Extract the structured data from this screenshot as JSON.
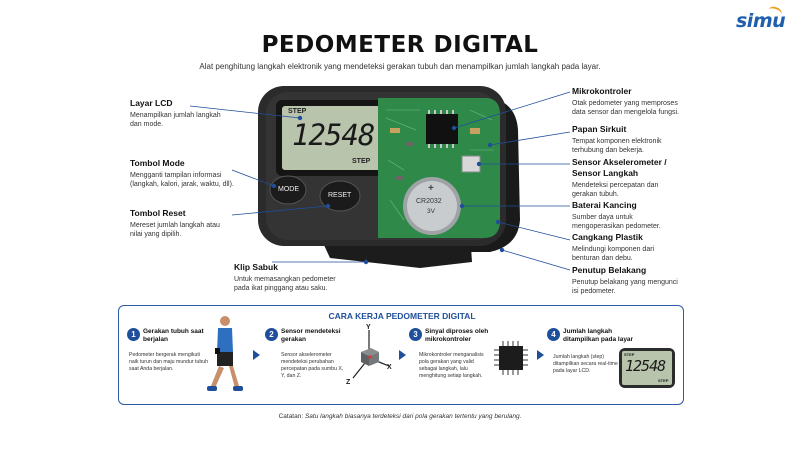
{
  "brand": "simu",
  "title": "PEDOMETER DIGITAL",
  "subtitle": "Alat penghitung langkah elektronik yang mendeteksi gerakan tubuh dan menampilkan jumlah langkah pada layar.",
  "device": {
    "screen_top": "STEP",
    "screen_value": "12548",
    "screen_bottom": "STEP",
    "mode_button": "MODE",
    "reset_button": "RESET",
    "battery_label_1": "CR2032",
    "battery_label_2": "3V",
    "battery_plus": "+"
  },
  "left_callouts": [
    {
      "title": "Layar LCD",
      "desc": "Menampilkan jumlah langkah dan mode."
    },
    {
      "title": "Tombol Mode",
      "desc": "Mengganti tampilan informasi (langkah, kalori, jarak, waktu, dll)."
    },
    {
      "title": "Tombol Reset",
      "desc": "Mereset jumlah langkah atau nilai yang dipilih."
    }
  ],
  "bottom_callout": {
    "title": "Klip Sabuk",
    "desc": "Untuk memasangkan pedometer pada ikat pinggang atau saku."
  },
  "right_callouts": [
    {
      "title": "Mikrokontroler",
      "desc": "Otak pedometer yang memproses data sensor dan mengelola fungsi."
    },
    {
      "title": "Papan Sirkuit",
      "desc": "Tempat komponen elektronik terhubung dan bekerja."
    },
    {
      "title": "Sensor Akselerometer / Sensor Langkah",
      "desc": "Mendeteksi percepatan dan gerakan tubuh."
    },
    {
      "title": "Baterai Kancing",
      "desc": "Sumber daya untuk mengoperasikan pedometer."
    },
    {
      "title": "Cangkang Plastik",
      "desc": "Melindungi komponen dari benturan dan debu."
    },
    {
      "title": "Penutup Belakang",
      "desc": "Penutup belakang yang mengunci isi pedometer."
    }
  ],
  "how_it_works": {
    "title": "CARA KERJA PEDOMETER DIGITAL",
    "steps": [
      {
        "num": "1",
        "title": "Gerakan tubuh saat berjalan",
        "desc": "Pedometer bergerak mengikuti naik turun dan maju mundur tubuh saat Anda berjalan."
      },
      {
        "num": "2",
        "title": "Sensor mendeteksi gerakan",
        "desc": "Sensor akselerometer mendeteksi perubahan percepatan pada sumbu X, Y, dan Z."
      },
      {
        "num": "3",
        "title": "Sinyal diproses oleh mikrokontroler",
        "desc": "Mikrokontroler menganalisis pola gerakan yang valid sebagai langkah, lalu menghitung setiap langkah."
      },
      {
        "num": "4",
        "title": "Jumlah langkah ditampilkan pada layar",
        "desc": "Jumlah langkah (step) ditampilkan secara real-time pada layar LCD."
      }
    ],
    "axes": {
      "x": "X",
      "y": "Y",
      "z": "Z"
    },
    "mini_screen_top": "STEP",
    "mini_screen_value": "12548",
    "mini_screen_bottom": "STEP"
  },
  "note_prefix": "Catatan:",
  "note_text": "Satu langkah biasanya terdeteksi dari pola gerakan tertentu yang berulang.",
  "colors": {
    "accent": "#1f4e9a",
    "pcb": "#2f8a4a",
    "body": "#2b2b2b",
    "lcd": "#b9c4ad"
  }
}
